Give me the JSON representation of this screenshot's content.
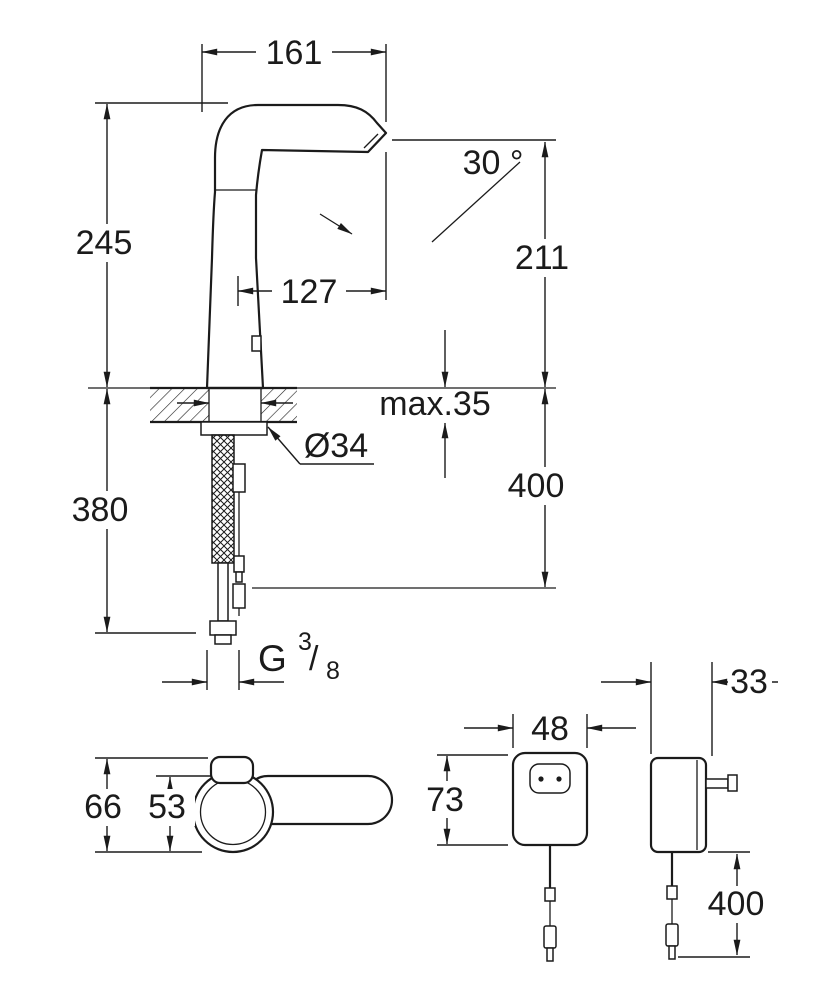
{
  "colors": {
    "background": "#ffffff",
    "ink": "#1b1b1b"
  },
  "faucet_side_view": {
    "spout_reach": "161",
    "height_to_aerator": "245",
    "aerator_angle": "30 °",
    "outlet_height": "211",
    "spout_projection": "127",
    "max_deck_thickness": "max.35",
    "hole_diameter": "Ø34",
    "shank_length": "380",
    "hose_length": "400",
    "thread": {
      "letter": "G",
      "numerator": "3",
      "slash": "/",
      "denominator": "8"
    }
  },
  "handle_top_view": {
    "overall_depth": "66",
    "handle_depth": "53"
  },
  "power_supply_front_view": {
    "width": "48",
    "height": "73"
  },
  "power_supply_side_view": {
    "depth": "33",
    "cable_length": "400"
  }
}
